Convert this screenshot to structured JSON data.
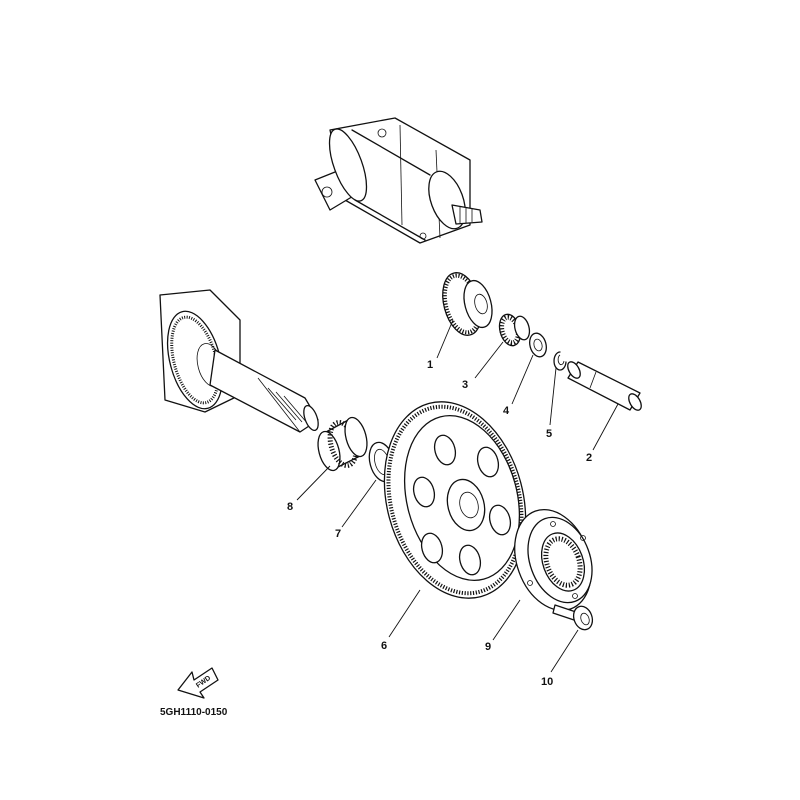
{
  "diagram": {
    "part_code": "5GH1110-0150",
    "fwd_label": "FWD",
    "callouts": [
      {
        "number": "1"
      },
      {
        "number": "2"
      },
      {
        "number": "3"
      },
      {
        "number": "4"
      },
      {
        "number": "5"
      },
      {
        "number": "6"
      },
      {
        "number": "7"
      },
      {
        "number": "8"
      },
      {
        "number": "9"
      },
      {
        "number": "10"
      }
    ]
  }
}
